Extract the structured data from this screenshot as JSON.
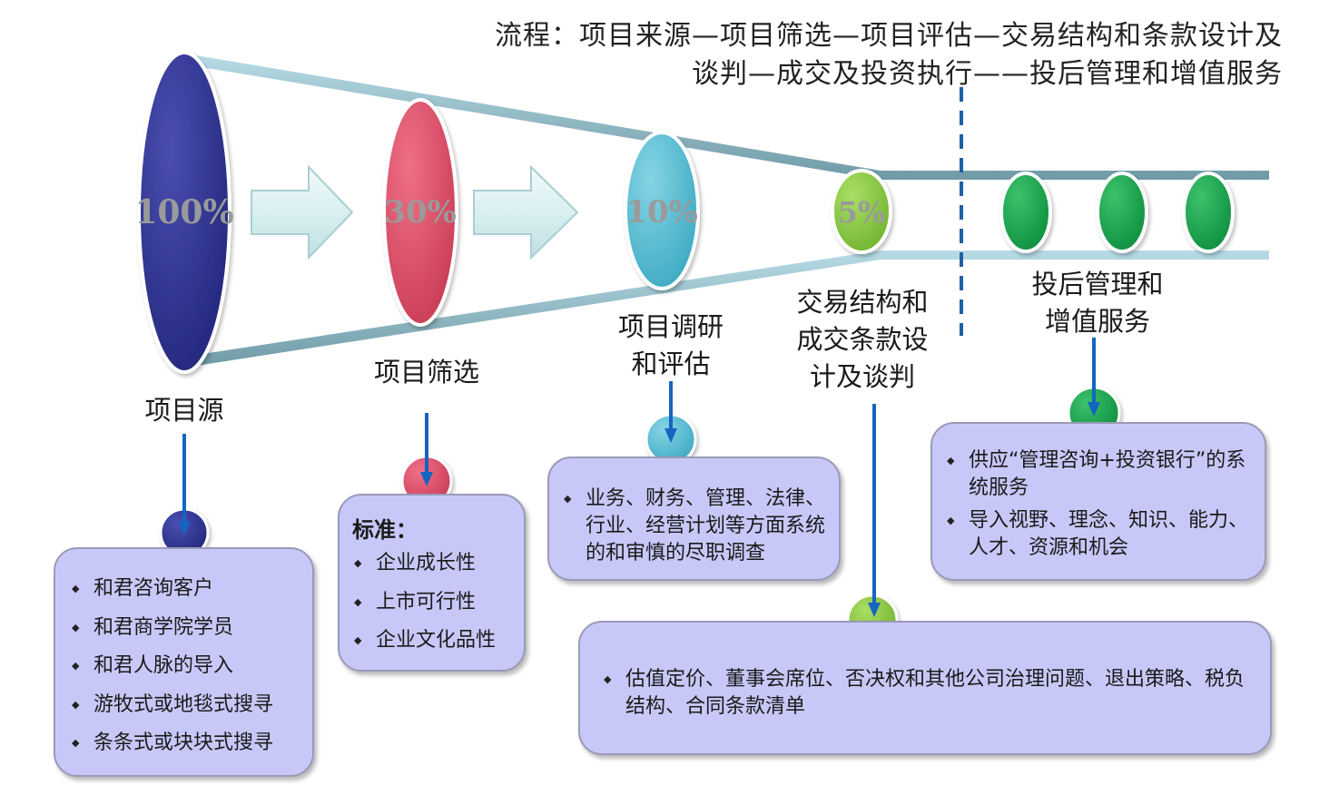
{
  "title": {
    "line1": "流程：项目来源—项目筛选—项目评估—交易结构和条款设计及",
    "line2": "谈判—成交及投资执行——投后管理和增值服务"
  },
  "colors": {
    "stage1": "#2e3192",
    "stage2": "#e05068",
    "stage3": "#5bbfd4",
    "stage4": "#8dcf3f",
    "post": "#12a04a",
    "box_fill": "#c8c8f8",
    "arrow": "#1565c0"
  },
  "stages": [
    {
      "pct": "100%",
      "label": [
        "项目源"
      ]
    },
    {
      "pct": "30%",
      "label": [
        "项目筛选"
      ]
    },
    {
      "pct": "10%",
      "label": [
        "项目调研",
        "和评估"
      ]
    },
    {
      "pct": "5%",
      "label": [
        "交易结构和",
        "成交条款设",
        "计及谈判"
      ]
    }
  ],
  "post_label": [
    "投后管理和",
    "增值服务"
  ],
  "boxes": {
    "source": [
      "和君咨询客户",
      "和君商学院学员",
      "和君人脉的导入",
      "游牧式或地毯式搜寻",
      "条条式或块块式搜寻"
    ],
    "screening": {
      "heading": "标准：",
      "items": [
        "企业成长性",
        "上市可行性",
        "企业文化品性"
      ]
    },
    "research": [
      "业务、财务、管理、法律、行业、经营计划等方面系统的和审慎的尽职调查"
    ],
    "deal": [
      "估值定价、董事会席位、否决权和其他公司治理问题、退出策略、税负结构、合同条款清单"
    ],
    "post": [
      "供应“管理咨询+投资银行”的系统服务",
      "导入视野、理念、知识、能力、人才、资源和机会"
    ]
  }
}
